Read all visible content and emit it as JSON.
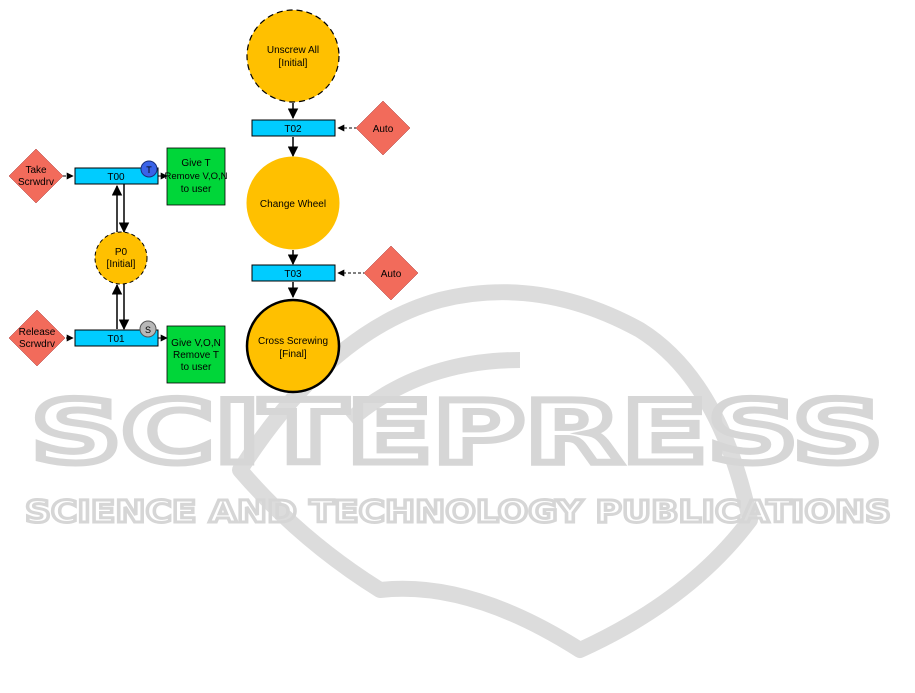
{
  "colors": {
    "place_fill": "#FFC000",
    "transition_fill": "#00CCFF",
    "event_fill": "#F26B5B",
    "action_fill": "#00D639",
    "token_t_fill": "#3A63E8",
    "token_s_fill": "#B8B8B8",
    "watermark": "#D9D9D9",
    "line": "#000000"
  },
  "places": {
    "p0": {
      "name": "P0",
      "state": "[Initial]"
    },
    "unscrew_all": {
      "name": "Unscrew All",
      "state": "[Initial]"
    },
    "change_wheel": {
      "name": "Change Wheel"
    },
    "cross_screwing": {
      "name": "Cross Screwing",
      "state": "[Final]"
    }
  },
  "transitions": {
    "t00": {
      "label": "T00"
    },
    "t01": {
      "label": "T01"
    },
    "t02": {
      "label": "T02"
    },
    "t03": {
      "label": "T03"
    }
  },
  "tokens": {
    "t": {
      "label": "T"
    },
    "s": {
      "label": "S"
    }
  },
  "events": {
    "take_scrwdrv": {
      "line1": "Take",
      "line2": "Scrwdrv"
    },
    "release_scrwdrv": {
      "line1": "Release",
      "line2": "Scrwdrv"
    },
    "auto_t02": {
      "label": "Auto"
    },
    "auto_t03": {
      "label": "Auto"
    }
  },
  "actions": {
    "give_t": {
      "line1": "Give T",
      "line2": "Remove V,O,N",
      "line3": "to user"
    },
    "give_von": {
      "line1": "Give V,O,N",
      "line2": "Remove T",
      "line3": "to user"
    }
  },
  "watermark": {
    "brand": "SCITEPRESS",
    "tagline": "SCIENCE AND TECHNOLOGY PUBLICATIONS"
  }
}
